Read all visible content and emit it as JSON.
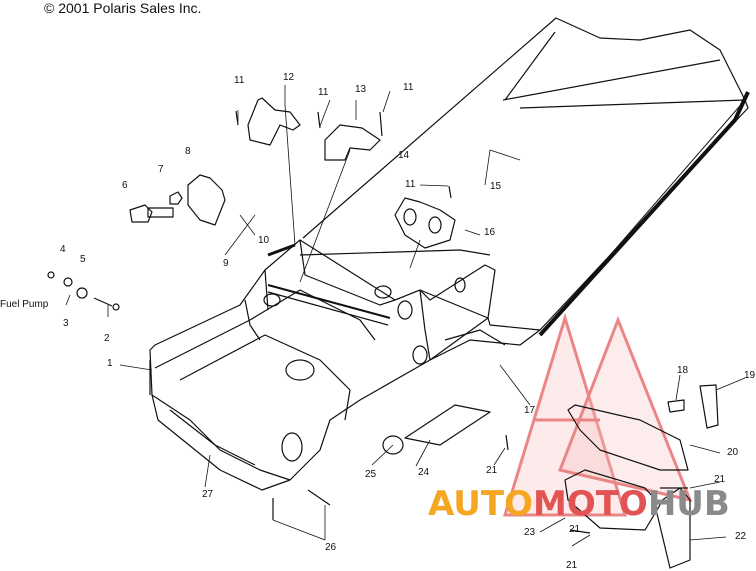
{
  "copyright": "© 2001 Polaris Sales Inc.",
  "fuel_pump_label": "Fuel Pump",
  "callouts": [
    "1",
    "2",
    "3",
    "4",
    "5",
    "6",
    "7",
    "8",
    "9",
    "10",
    "11",
    "11",
    "11",
    "11",
    "12",
    "13",
    "14",
    "15",
    "16",
    "17",
    "18",
    "19",
    "20",
    "21",
    "21",
    "21",
    "21",
    "22",
    "23",
    "24",
    "25",
    "26",
    "27"
  ],
  "watermark": {
    "part1": "AUTO",
    "part2": "MOTO",
    "part3": "HUB"
  },
  "colors": {
    "line": "#111111",
    "watermark_red": "#e25454",
    "watermark_orange": "#f5a623",
    "watermark_gray": "#8a8a8a"
  }
}
